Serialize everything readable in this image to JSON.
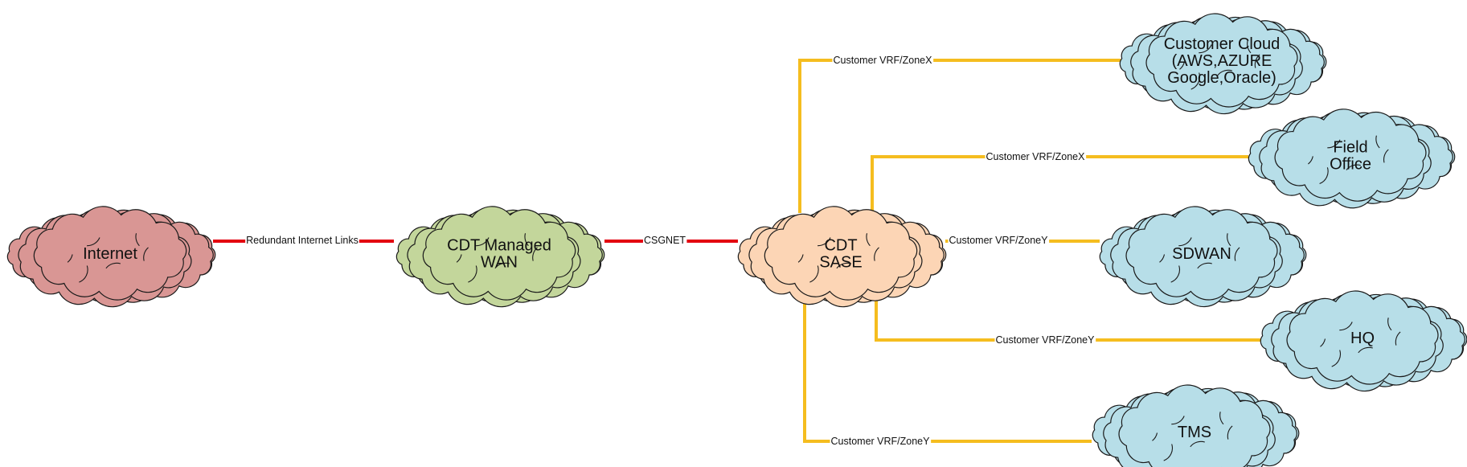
{
  "diagram": {
    "colors": {
      "internet": "#D99694",
      "wan": "#C3D69B",
      "sase": "#FCD5B5",
      "site": "#B7DEE8",
      "red_link": "#E3000F",
      "yellow_link": "#F5BD1F"
    },
    "nodes": [
      {
        "id": "internet",
        "lines": [
          "Internet"
        ],
        "color_key": "internet",
        "shape": "cloud-icon"
      },
      {
        "id": "cdt-managed-wan",
        "lines": [
          "CDT Managed",
          "WAN"
        ],
        "color_key": "wan",
        "shape": "cloud-icon"
      },
      {
        "id": "cdt-sase",
        "lines": [
          "CDT",
          "SASE"
        ],
        "color_key": "sase",
        "shape": "cloud-icon"
      },
      {
        "id": "customer-cloud",
        "lines": [
          "Customer Cloud",
          "(AWS,AZURE",
          "Google,Oracle)"
        ],
        "color_key": "site",
        "shape": "cloud-icon"
      },
      {
        "id": "field-office",
        "lines": [
          "Field",
          "Office"
        ],
        "color_key": "site",
        "shape": "cloud-icon"
      },
      {
        "id": "sdwan",
        "lines": [
          "SDWAN"
        ],
        "color_key": "site",
        "shape": "cloud-icon"
      },
      {
        "id": "hq",
        "lines": [
          "HQ"
        ],
        "color_key": "site",
        "shape": "cloud-icon"
      },
      {
        "id": "tms",
        "lines": [
          "TMS"
        ],
        "color_key": "site",
        "shape": "cloud-icon"
      }
    ],
    "edges": [
      {
        "from": "internet",
        "to": "cdt-managed-wan",
        "label": "Redundant Internet Links",
        "color_key": "red_link"
      },
      {
        "from": "cdt-managed-wan",
        "to": "cdt-sase",
        "label": "CSGNET",
        "color_key": "red_link"
      },
      {
        "from": "cdt-sase",
        "to": "customer-cloud",
        "label": "Customer VRF/ZoneX",
        "color_key": "yellow_link"
      },
      {
        "from": "cdt-sase",
        "to": "field-office",
        "label": "Customer VRF/ZoneX",
        "color_key": "yellow_link"
      },
      {
        "from": "cdt-sase",
        "to": "sdwan",
        "label": "Customer VRF/ZoneY",
        "color_key": "yellow_link"
      },
      {
        "from": "cdt-sase",
        "to": "hq",
        "label": "Customer VRF/ZoneY",
        "color_key": "yellow_link"
      },
      {
        "from": "cdt-sase",
        "to": "tms",
        "label": "Customer VRF/ZoneY",
        "color_key": "yellow_link"
      }
    ]
  }
}
